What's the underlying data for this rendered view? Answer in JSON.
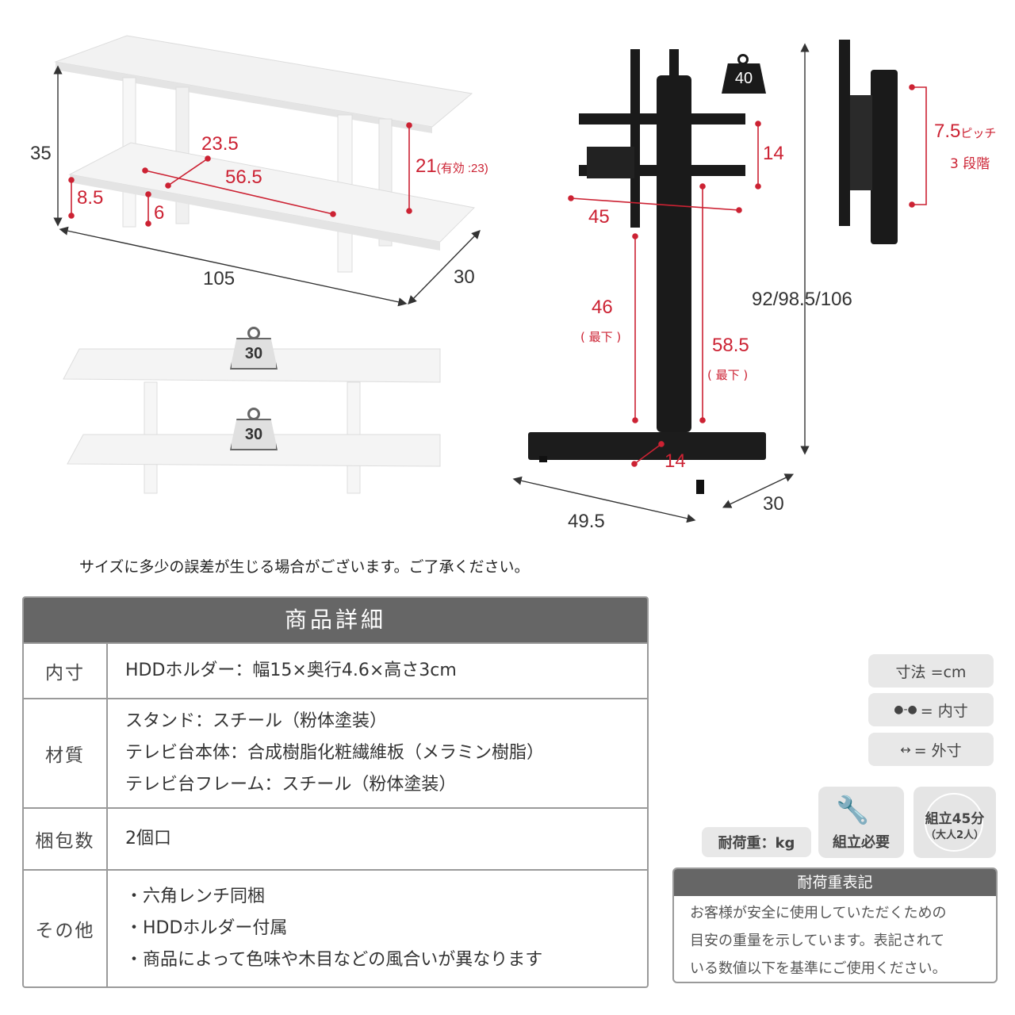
{
  "dimensions": {
    "tvstand_height": "35",
    "tvstand_shelf_gap_top": "23.5",
    "tvstand_inner_width": "56.5",
    "tvstand_inner_height_label": "21",
    "tvstand_inner_height_effective": "(有効 :23)",
    "tvstand_bottom_clearance": "8.5",
    "tvstand_leg_gap": "6",
    "tvstand_width": "105",
    "tvstand_depth": "30",
    "stand_height": "92/98.5/106",
    "stand_bracket_height": "14",
    "stand_bracket_width": "45",
    "stand_pole_height_left": "46",
    "stand_pole_height_left_note": "( 最下 )",
    "stand_pole_height_right": "58.5",
    "stand_pole_height_right_note": "( 最下 )",
    "stand_base_offset": "14",
    "stand_base_width": "49.5",
    "stand_base_depth": "30",
    "pitch_label": "7.5",
    "pitch_unit": "ピッチ",
    "pitch_levels": "3 段階"
  },
  "load_badges": {
    "stand_load": "40",
    "top_shelf_load": "30",
    "bottom_shelf_load": "30"
  },
  "notice": "サイズに多少の誤差が生じる場合がございます。ご了承ください。",
  "spec": {
    "title": "商品詳細",
    "rows": [
      {
        "key": "内寸",
        "lines": [
          "HDDホルダー：幅15×奥行4.6×高さ3cm"
        ]
      },
      {
        "key": "材質",
        "lines": [
          "スタンド：スチール（粉体塗装）",
          "テレビ台本体：合成樹脂化粧繊維板（メラミン樹脂）",
          "テレビ台フレーム：スチール（粉体塗装）"
        ]
      },
      {
        "key": "梱包数",
        "lines": [
          "2個口"
        ]
      },
      {
        "key": "その他",
        "lines": [
          "・六角レンチ同梱",
          "・HDDホルダー付属",
          "・商品によって色味や木目などの風合いが異なります"
        ]
      }
    ]
  },
  "legend": {
    "unit": "寸法 =cm",
    "inner": "= 内寸",
    "outer": "= 外寸",
    "load_unit": "耐荷重：kg",
    "assembly_required": "組立必要",
    "assembly_time": "組立45分",
    "assembly_people": "（大人2人）"
  },
  "load_note": {
    "title": "耐荷重表記",
    "lines": [
      "お客様が安全に使用していただくための",
      "目安の重量を示しています。表記されて",
      "いる数値以下を基準にご使用ください。"
    ]
  },
  "colors": {
    "dimension_red": "#cc2233",
    "header_gray": "#666666",
    "border_gray": "#9a9a9a",
    "stand_black": "#1a1a1a"
  }
}
